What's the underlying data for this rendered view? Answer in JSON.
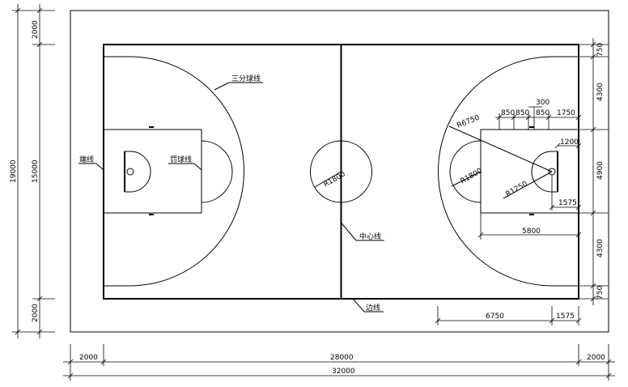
{
  "labels": {
    "three_point_line": "三分球线",
    "end_line": "端线",
    "free_throw_line": "罚球线",
    "center_line": "中心线",
    "side_line": "边线"
  },
  "radii": {
    "center_circle": "R1800",
    "free_throw_circle": "R1800",
    "three_point": "R6750",
    "no_charge": "R1250"
  },
  "dims": {
    "total_length": "32000",
    "court_length": "28000",
    "margin_left": "2000",
    "margin_right": "2000",
    "total_width": "19000",
    "court_width": "15000",
    "margin_top": "2000",
    "margin_bottom": "2000",
    "right_top_750": "750",
    "right_4300_top": "4300",
    "right_4900": "4900",
    "right_4300_bottom": "4300",
    "right_bottom_750": "750",
    "lane_850_a": "850",
    "lane_850_b": "850",
    "lane_850_c": "850",
    "lane_300": "300",
    "lane_1750": "1750",
    "backboard_1200": "1200",
    "hoop_1575": "1575",
    "free_throw_5800": "5800",
    "three_6750": "6750",
    "three_1575": "1575"
  }
}
